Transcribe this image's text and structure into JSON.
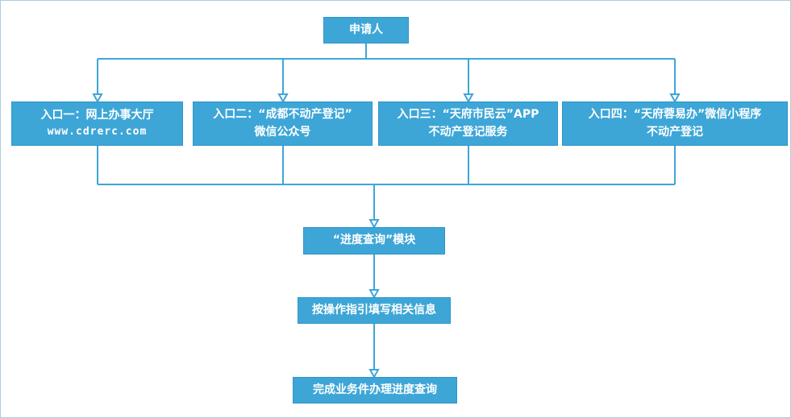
{
  "colors": {
    "box": "#3ea6d7",
    "line": "#3ea6d7",
    "text": "#ffffff"
  },
  "nodes": {
    "applicant": {
      "label": "申请人"
    },
    "entry1": {
      "line1": "入口一：网上办事大厅",
      "line2": "www.cdrerc.com"
    },
    "entry2": {
      "line1": "入口二：“成都不动产登记”",
      "line2": "微信公众号"
    },
    "entry3": {
      "line1": "入口三：“天府市民云”APP",
      "line2": "不动产登记服务"
    },
    "entry4": {
      "line1": "入口四：“天府蓉易办”微信小程序",
      "line2": "不动产登记"
    },
    "module": {
      "label": "“进度查询”模块"
    },
    "instructions": {
      "label": "按操作指引填写相关信息"
    },
    "complete": {
      "label": "完成业务件办理进度查询"
    }
  }
}
